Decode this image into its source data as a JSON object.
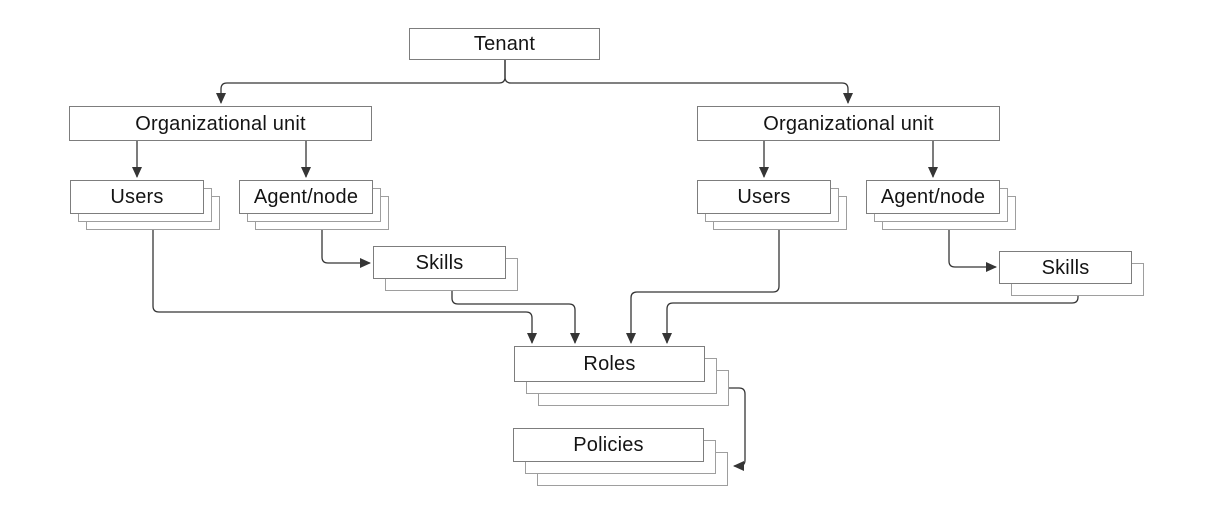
{
  "diagram": {
    "type": "hierarchy-flowchart",
    "background": "#ffffff",
    "colors": {
      "box_border": "#7d7d7d",
      "stack_layer_border": "#9e9e9e",
      "box_fill": "#ffffff",
      "connector": "#353535",
      "label_text": "#141414"
    },
    "nodes": {
      "tenant": {
        "label": "Tenant",
        "stacked": false,
        "copies": 1
      },
      "org_unit_left": {
        "label": "Organizational unit",
        "stacked": false,
        "copies": 1
      },
      "org_unit_right": {
        "label": "Organizational unit",
        "stacked": false,
        "copies": 1
      },
      "users_left": {
        "label": "Users",
        "stacked": true,
        "copies": 3
      },
      "agent_node_left": {
        "label": "Agent/node",
        "stacked": true,
        "copies": 3
      },
      "users_right": {
        "label": "Users",
        "stacked": true,
        "copies": 3
      },
      "agent_node_right": {
        "label": "Agent/node",
        "stacked": true,
        "copies": 3
      },
      "skills_left": {
        "label": "Skills",
        "stacked": true,
        "copies": 2
      },
      "skills_right": {
        "label": "Skills",
        "stacked": true,
        "copies": 2
      },
      "roles": {
        "label": "Roles",
        "stacked": true,
        "copies": 3
      },
      "policies": {
        "label": "Policies",
        "stacked": true,
        "copies": 3
      }
    },
    "edges": [
      {
        "from": "tenant",
        "to": "org_unit_left"
      },
      {
        "from": "tenant",
        "to": "org_unit_right"
      },
      {
        "from": "org_unit_left",
        "to": "users_left"
      },
      {
        "from": "org_unit_left",
        "to": "agent_node_left"
      },
      {
        "from": "org_unit_right",
        "to": "users_right"
      },
      {
        "from": "org_unit_right",
        "to": "agent_node_right"
      },
      {
        "from": "agent_node_left",
        "to": "skills_left"
      },
      {
        "from": "agent_node_right",
        "to": "skills_right"
      },
      {
        "from": "users_left",
        "to": "roles"
      },
      {
        "from": "skills_left",
        "to": "roles"
      },
      {
        "from": "users_right",
        "to": "roles"
      },
      {
        "from": "skills_right",
        "to": "roles"
      },
      {
        "from": "roles",
        "to": "policies"
      }
    ]
  }
}
